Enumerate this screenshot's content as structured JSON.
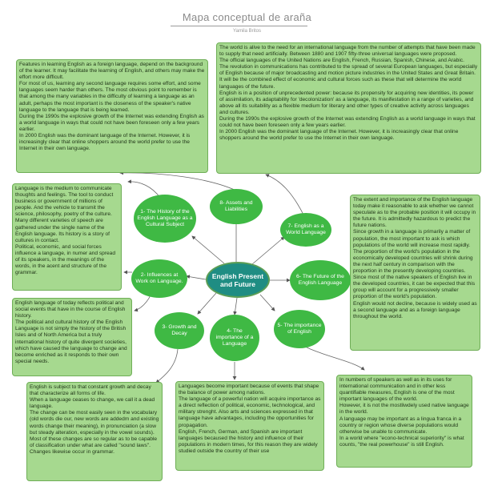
{
  "header": {
    "title": "Mapa conceptual de araña",
    "author": "Yamila Britos"
  },
  "center": {
    "label": "English Present and Future"
  },
  "nodes": [
    {
      "id": "history",
      "label": "1- The History of the English Language as a Cultural Subject"
    },
    {
      "id": "influences",
      "label": "2- Influences at Work on Language."
    },
    {
      "id": "growth",
      "label": "3- Growth and Decay"
    },
    {
      "id": "importance-language",
      "label": "4- The importance of a Language"
    },
    {
      "id": "importance-english",
      "label": "5- The importance of English"
    },
    {
      "id": "future",
      "label": "6- The Future of the English Language"
    },
    {
      "id": "world-language",
      "label": "7- English as a World Language"
    },
    {
      "id": "assets",
      "label": "8- Assets and Liabilities"
    }
  ],
  "boxes": {
    "top_left": [
      "Features in learning English as a foreign language, depend on the background of the learner. It may facilitate the learning of English, and others may make the effort more difficult.",
      "For most of us, learning any second language requires some effort, and some languages seem harder than others. The most obvious point to remember is that among the many variables in the difficulty of learning a language as an adult, perhaps the most important is the closeness of the speaker's native language to the language that is being learned.",
      "During the 1990s the explosive growth of the Internet was extending English as a world language in ways that could not have been foreseen only a few years earlier.",
      "In 2000 English was the dominant language of the Internet. However, it is increasingly clear that online shoppers around the world prefer to use the Internet in their own language."
    ],
    "top_right": [
      "The world is alive to the need for an international language from the number of attempts that have been made to supply that need artificially. Between 1880 and 1907 fifty-three universal languages were proposed.",
      "The official languages of the United Nations are English, French, Russian, Spanish, Chinese, and Arabic.",
      "The revolution in communications has contributed to the spread of several European languages, but especially of English because of major broadcasting and motion picture industries in the United States and Great Britain. It will be the combined effect of economic and cultural forces such as these that will determine the world languages of the future.",
      "English is in a position of unprecedented power: because its propensity for acquiring new identities, its power of assimilation, its adaptability for 'decolonization' as a language, its manifestation in a range of varieties, and above all its suitability as a flexible medium for literary and other types of creative activity across languages and cultures.",
      "During the 1990s the explosive growth of the Internet was extending English as a world language in ways that could not have been foreseen only a few years earlier.",
      "In 2000 English was the dominant language of the Internet. However, it is increasingly clear that online shoppers around the world prefer to use the Internet in their own language."
    ],
    "mid_left": [
      "Language is the medium to communicate thoughts and feelings. The tool to conduct business or government of millions of people. And the vehicle to transmit the science, philosophy, poetry of the culture.",
      "Many different varieties of speech are gathered under the single name of the English language. Its history is a story of cultures in contact.",
      "Political, economic, and social forces influence a language, in numer and spread of its speakers, in the meanings of the words, in the acent and structure of the grammar."
    ],
    "lower_left": [
      "English language of today reflects political and social events that have in the course of English history.",
      "The political and cultural history of the English Language is not simply the history of the British Isles and of North America but a truly international history of quite divergent societies, which have caused the language to change and become enriched as it responds to their own special needs."
    ],
    "right": [
      "The extent and importance of the English language today make it reasonable to ask whether we cannot speculate as to the probable position it will occupy in the future. It is admittedly hazardous to predict the future nations.",
      "Since growth in a language is primarily a matter of population, the most important to ask is which populations of the world will increase most rapidly.",
      "The proportion of the world's population in the economically developed countries will shrink during the next half century in comparison with the proportion in the presently developing countries. Since most of the native speakers of English live in the developed countries, it can be expected that this group will account for a progressively smaller proportion of the world's population.",
      "English would not decline, because is widely used as a second language and as a foreign language throughout the world."
    ],
    "bottom_left": [
      "English is subject to that constant growth and decay that characterize all forms of life.",
      "When a language ceases to change, we call it a dead language.",
      "The change can be most easily seen in the vocabulary (old words die our, new words are addedm and existing words change their meaning), in pronunciation (a slow but steady alteration, especially in the vowel sounds).",
      "Most of these changes  are so regular as to be capable of classification under what are called \"sound laws\".",
      "Changes likewise occur in grammar."
    ],
    "bottom_center": [
      "Languages become important because of events that shape the balance of power among nations.",
      "The language of a powerful nation will acquire importance as a direct reflection of political, economic, technological, and military strenght. Also arts and sciences expressed in that language have advantages, including the opportunities for propagation.",
      "English, French, German, and Spanish are important languages becaused the history and influence of their populations in modern times, for this reason they are widely studied outside the country of their use"
    ],
    "bottom_right": [
      "In numbers of speakers as well as in its uses for international communication and in other less quantifiable measures, English is one of the most important languages of the world.",
      "However, it is not the mostliwdely used native language in the world.",
      "A language may be important as a lingua franca in a country or region whose diverse populations would otherwise be unable to communicate.",
      "In a world where \"econo-technical superiority\" is what counts, \"the real powerhouse\" is still English."
    ]
  },
  "colors": {
    "box_fill": "#a6d98f",
    "box_border": "#6fae57",
    "node_fill": "#3fb944",
    "center_fill": "#1f8d83"
  }
}
